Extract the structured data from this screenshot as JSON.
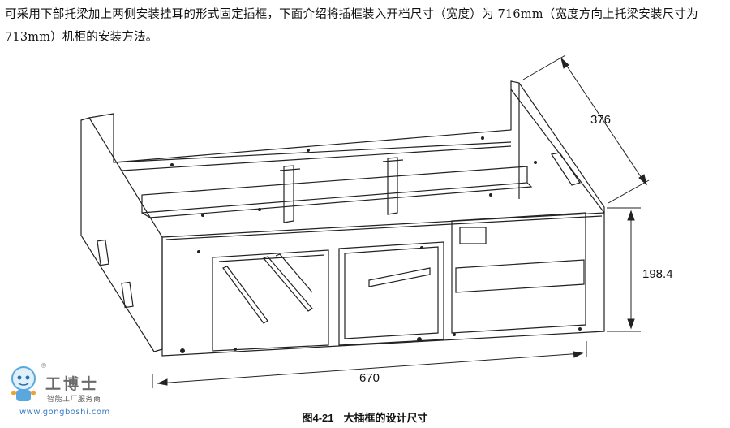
{
  "paragraph": "可采用下部托梁加上两侧安装挂耳的形式固定插框，下面介绍将插框装入开档尺寸（宽度）为 716mm（宽度方向上托梁安装尺寸为 713mm）机柜的安装方法。",
  "dimensions": {
    "depth": "376",
    "height": "198.4",
    "width": "670"
  },
  "caption": {
    "number": "图4-21",
    "title": "大插框的设计尺寸"
  },
  "logo": {
    "title": "工博士",
    "subtitle": "智能工厂服务商",
    "url": "www.gongboshi.com",
    "registered": "®"
  }
}
